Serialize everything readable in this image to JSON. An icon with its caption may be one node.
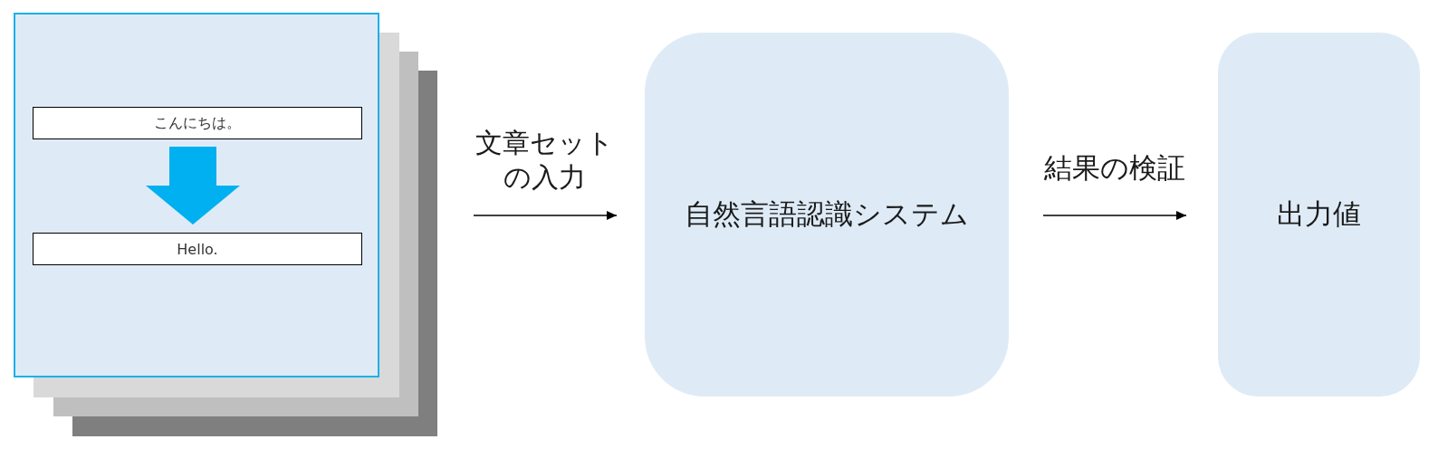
{
  "diagram": {
    "nodes": [
      {
        "text": [],
        "shape": "box"
      },
      {
        "text": [
          "こんにちは。"
        ],
        "in": 0
      },
      {
        "text": [
          "Hello."
        ],
        "in": 0
      },
      {
        "text": [
          "自然言語認識システム"
        ]
      },
      {
        "text": [
          "出力値"
        ]
      }
    ],
    "edges": [
      {
        "from": 1,
        "to": 2,
        "arrow": "to",
        "style": "thick",
        "color": "#00b0f0"
      },
      {
        "from": 0,
        "to": 3,
        "arrow": "to",
        "label": "文章セットの入力"
      },
      {
        "from": 3,
        "to": 4,
        "arrow": "to",
        "label": "結果の検証"
      }
    ]
  }
}
